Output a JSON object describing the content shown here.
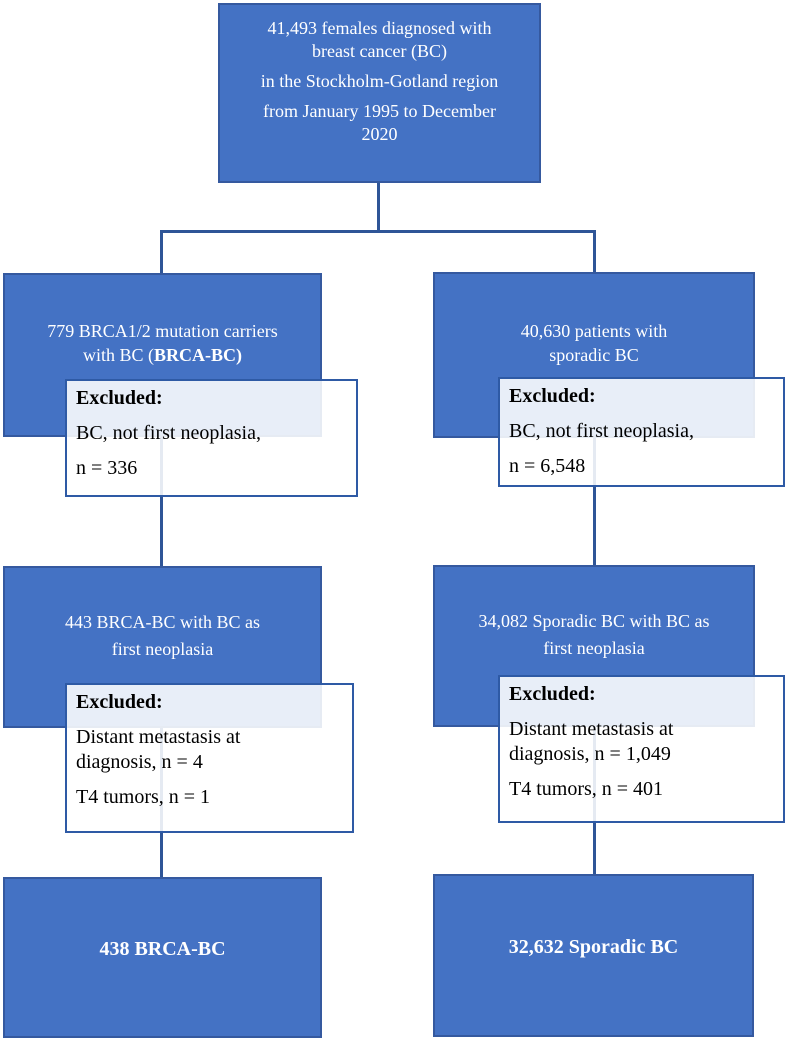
{
  "palette": {
    "box_fill": "#4472C4",
    "box_border": "#35599F",
    "connector_color": "#2F5597",
    "excluded_border": "#2E5AA5",
    "excluded_background": "rgba(255,255,255,0.88)",
    "text_on_blue": "#FFFFFF",
    "text_dark": "#000000"
  },
  "top_box": {
    "lines": [
      "41,493 females diagnosed with",
      "breast cancer (BC)",
      "in the Stockholm-Gotland region",
      "from January 1995 to December",
      "2020"
    ]
  },
  "left_column": {
    "cohort_box": {
      "line1": "779 BRCA1/2 mutation carriers",
      "line2_normal": "with BC (",
      "line2_bold": "BRCA-BC)"
    },
    "excluded_box_1": {
      "label": "Excluded:",
      "row1": "BC, not first neoplasia,",
      "row2": "n = 336"
    },
    "neoplasia_box": {
      "line1": "443 BRCA-BC with BC as",
      "line2": "first neoplasia"
    },
    "excluded_box_2": {
      "label": "Excluded:",
      "row1_line1": "Distant metastasis at",
      "row1_line2": "diagnosis, n = 4",
      "row2": "T4 tumors, n = 1"
    },
    "final_box": {
      "text": "438 BRCA-BC"
    }
  },
  "right_column": {
    "cohort_box": {
      "line1": "40,630 patients with",
      "line2": "sporadic BC"
    },
    "excluded_box_1": {
      "label": "Excluded:",
      "row1": "BC, not first neoplasia,",
      "row2": "n = 6,548"
    },
    "neoplasia_box": {
      "line1": "34,082 Sporadic BC with BC as",
      "line2": "first neoplasia"
    },
    "excluded_box_2": {
      "label": "Excluded:",
      "row1_line1": "Distant metastasis at",
      "row1_line2": "diagnosis, n = 1,049",
      "row2": "T4 tumors, n = 401"
    },
    "final_box": {
      "text": "32,632 Sporadic BC"
    }
  }
}
